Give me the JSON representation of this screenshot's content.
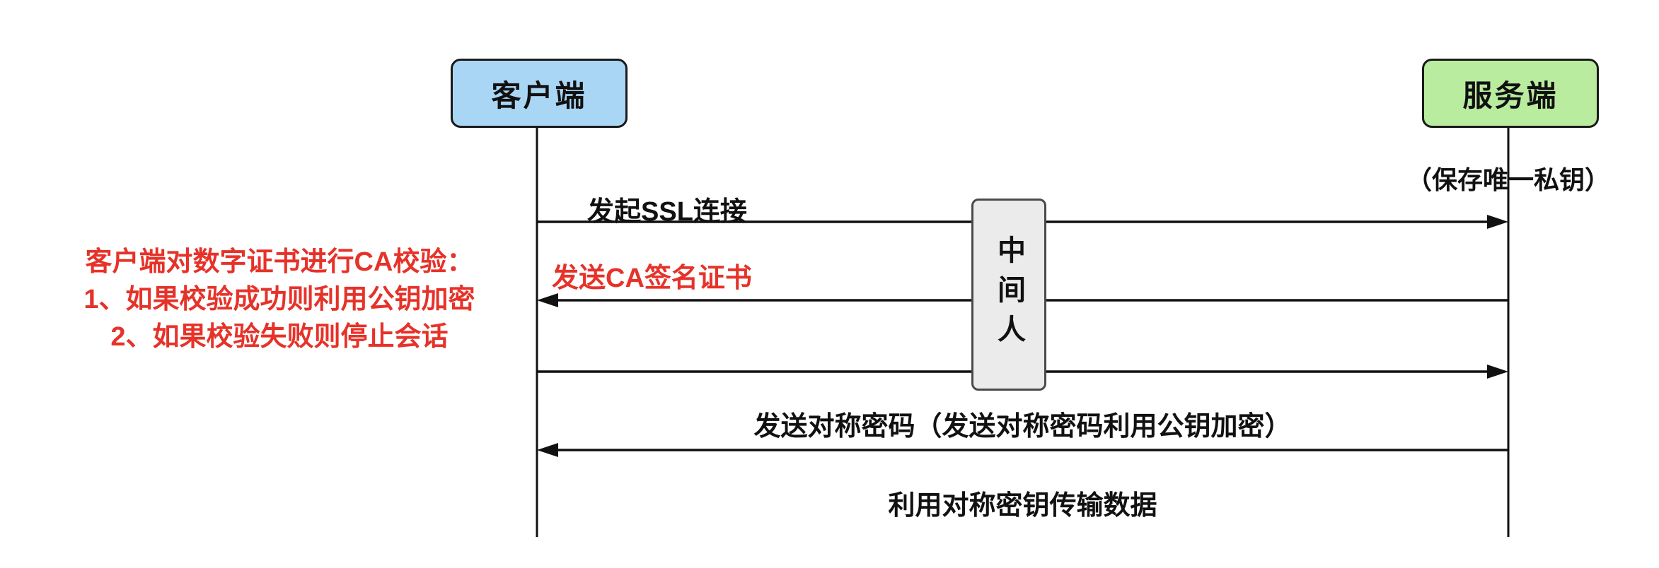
{
  "diagram": {
    "actors": {
      "client": {
        "label": "客户端"
      },
      "server": {
        "label": "服务端"
      }
    },
    "server_note": "（保存唯一私钥）",
    "mitm": {
      "label": "中间人"
    },
    "messages": [
      {
        "label": "发起SSL连接",
        "direction": "right",
        "color": "black"
      },
      {
        "label": "发送CA签名证书",
        "direction": "left",
        "color": "red"
      },
      {
        "label": "",
        "direction": "right",
        "color": "black"
      },
      {
        "label": "发送对称密码（发送对称密码利用公钥加密）",
        "direction": "left",
        "color": "black"
      },
      {
        "label": "利用对称密钥传输数据",
        "direction": "none",
        "color": "black"
      }
    ],
    "annotation": {
      "line1": "客户端对数字证书进行CA校验：",
      "line2": "1、如果校验成功则利用公钥加密",
      "line3": "2、如果校验失败则停止会话"
    },
    "colors": {
      "client_fill": "#aad6f6",
      "server_fill": "#b9ec9f",
      "mitm_fill": "#ebebeb",
      "line": "#111111",
      "red": "#e63229"
    }
  }
}
